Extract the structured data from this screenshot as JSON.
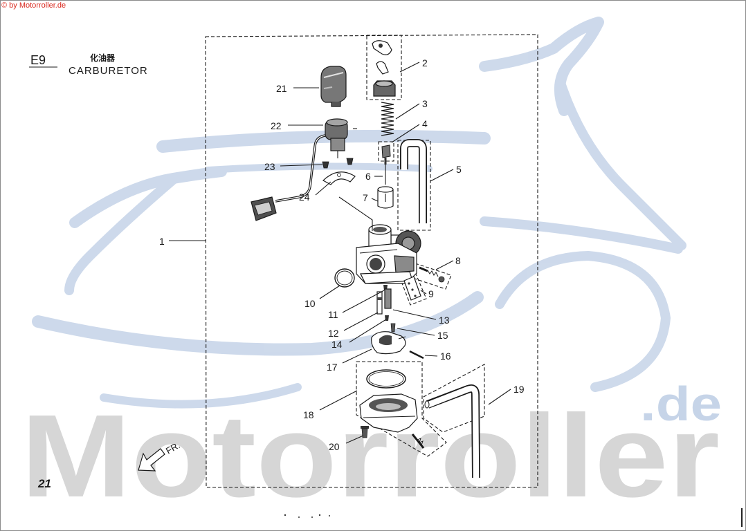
{
  "copyright": "© by Motorroller.de",
  "section": {
    "code": "E9",
    "title_cn": "化油器",
    "title_en": "CARBURETOR"
  },
  "page_number": "21",
  "direction_label": "FR.",
  "watermark": {
    "text": "Motorroller",
    "suffix": ".de"
  },
  "callouts": [
    "1",
    "2",
    "3",
    "4",
    "5",
    "6",
    "7",
    "8",
    "9",
    "10",
    "11",
    "12",
    "13",
    "14",
    "15",
    "16",
    "17",
    "18",
    "19",
    "20",
    "21",
    "22",
    "23",
    "24"
  ],
  "colors": {
    "copyright": "#d9261c",
    "watermark_gray": "#cfcfcf",
    "watermark_blue": "#cbd8ea",
    "line": "#1a1a1a"
  }
}
